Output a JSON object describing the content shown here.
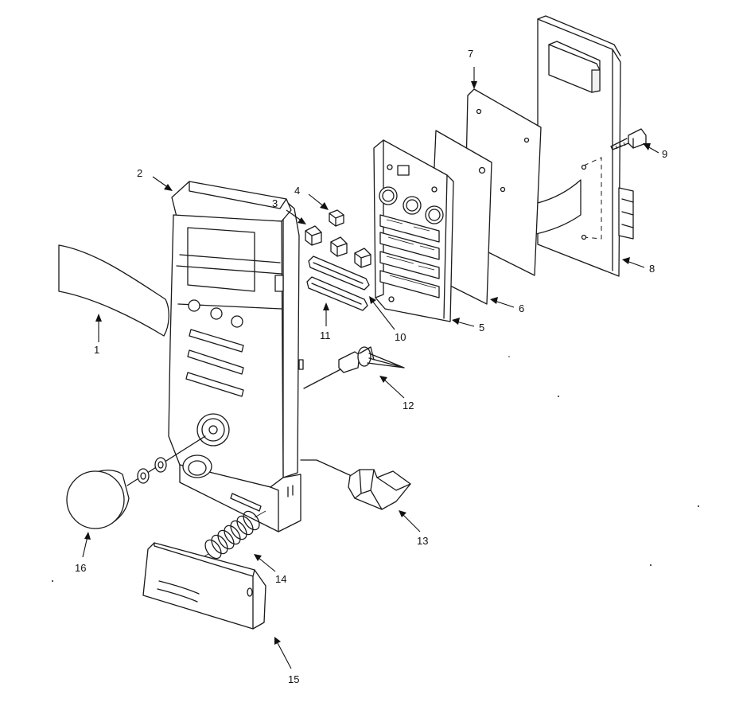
{
  "callouts": [
    {
      "id": "1",
      "part": "overlay"
    },
    {
      "id": "2",
      "part": "control-panel-frame"
    },
    {
      "id": "3",
      "part": "button-a"
    },
    {
      "id": "4",
      "part": "button-b"
    },
    {
      "id": "5",
      "part": "keypad-holder"
    },
    {
      "id": "6",
      "part": "insulation-sheet"
    },
    {
      "id": "7",
      "part": "membrane-sheet"
    },
    {
      "id": "8",
      "part": "circuit-board"
    },
    {
      "id": "9",
      "part": "screw"
    },
    {
      "id": "10",
      "part": "bar-key-upper"
    },
    {
      "id": "11",
      "part": "bar-key-lower"
    },
    {
      "id": "12",
      "part": "lamp-assembly"
    },
    {
      "id": "13",
      "part": "latch"
    },
    {
      "id": "14",
      "part": "spring"
    },
    {
      "id": "15",
      "part": "door-release-button"
    },
    {
      "id": "16",
      "part": "knob"
    }
  ]
}
